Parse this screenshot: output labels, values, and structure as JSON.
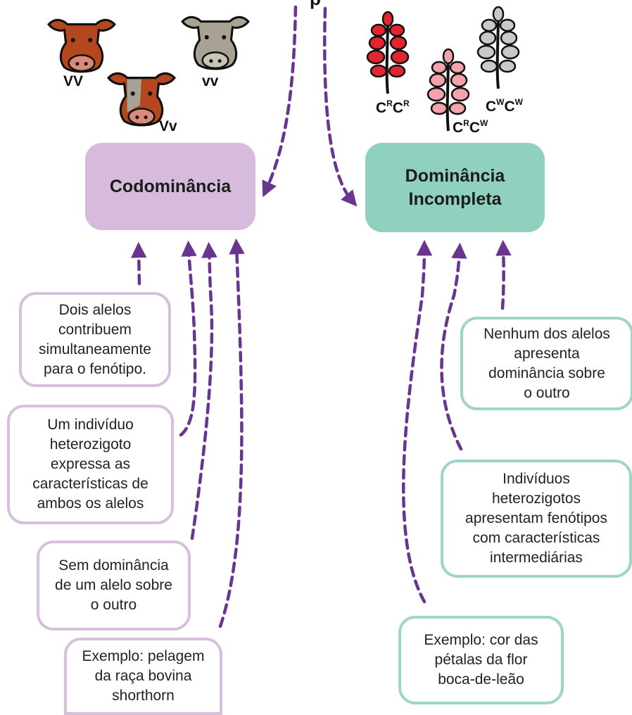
{
  "title_fragment": "p",
  "codominance": {
    "hub_label": "Codominância",
    "genotypes": [
      "VV",
      "vv",
      "Vv"
    ],
    "traits": [
      "Dois alelos\ncontribuem\nsimultaneamente\npara o fenótipo.",
      "Um indivíduo\nheterozigoto\nexpressa as\ncaracterísticas de\nambos os alelos",
      "Sem dominância\nde um alelo sobre\no outro",
      "Exemplo: pelagem\nda raça bovina\nshorthorn"
    ]
  },
  "incomplete_dominance": {
    "hub_label": "Dominância\nIncompleta",
    "genotypes": [
      {
        "base1": "C",
        "sup1": "R",
        "base2": "C",
        "sup2": "R"
      },
      {
        "base1": "C",
        "sup1": "R",
        "base2": "C",
        "sup2": "W"
      },
      {
        "base1": "C",
        "sup1": "W",
        "base2": "C",
        "sup2": "W"
      }
    ],
    "traits": [
      "Nenhum dos alelos\napresenta\ndominância sobre\no outro",
      "Indivíduos\nheterozigotos\napresentam fenótipos\ncom características\nintermediárias",
      "Exemplo: cor das\npétalas da flor\nboca-de-leão"
    ]
  },
  "colors": {
    "codominance_fill": "#d6bbdc",
    "codominance_border": "#d8bfdd",
    "incomplete_fill": "#8fd1be",
    "incomplete_border": "#9fd5c4",
    "arrow": "#6a3590",
    "cow_red": "#b5471f",
    "cow_gray": "#a8a294",
    "flower_red": "#e3262e",
    "flower_pink": "#f4a3ad",
    "flower_white": "#c9c9c9"
  },
  "icons": [
    "cow-icon",
    "snapdragon-icon"
  ]
}
